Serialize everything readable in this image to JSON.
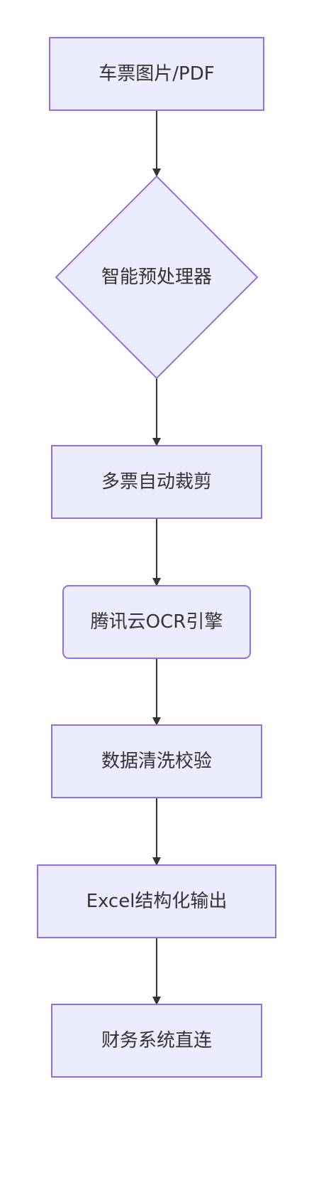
{
  "diagram": {
    "type": "flowchart",
    "direction": "top-down",
    "colors": {
      "node_fill": "#ECECFF",
      "node_stroke": "#9370DB",
      "edge": "#333333",
      "text": "#333333",
      "background": "#FFFFFF"
    },
    "nodes": [
      {
        "id": "n1",
        "shape": "rect",
        "label": "车票图片/PDF"
      },
      {
        "id": "n2",
        "shape": "diamond",
        "label": "智能预处理器"
      },
      {
        "id": "n3",
        "shape": "rect",
        "label": "多票自动裁剪"
      },
      {
        "id": "n4",
        "shape": "rounded-rect",
        "label": "腾讯云OCR引擎"
      },
      {
        "id": "n5",
        "shape": "rect",
        "label": "数据清洗校验"
      },
      {
        "id": "n6",
        "shape": "rect",
        "label": "Excel结构化输出"
      },
      {
        "id": "n7",
        "shape": "rect",
        "label": "财务系统直连"
      }
    ],
    "edges": [
      {
        "from": "n1",
        "to": "n2"
      },
      {
        "from": "n2",
        "to": "n3"
      },
      {
        "from": "n3",
        "to": "n4"
      },
      {
        "from": "n4",
        "to": "n5"
      },
      {
        "from": "n5",
        "to": "n6"
      },
      {
        "from": "n6",
        "to": "n7"
      }
    ]
  }
}
